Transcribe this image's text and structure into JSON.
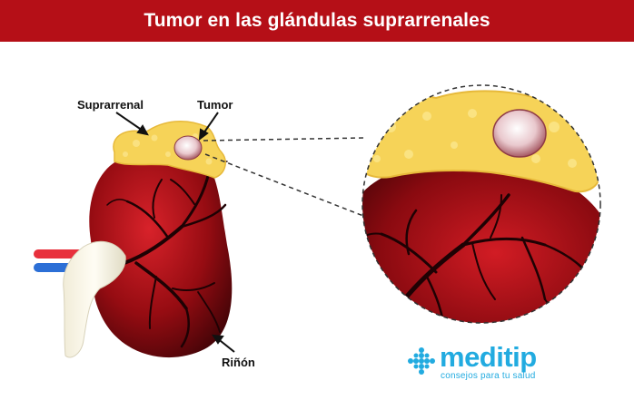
{
  "header": {
    "title": "Tumor en las glándulas suprarrenales",
    "background_color": "#b50f17"
  },
  "labels": {
    "adrenal": "Suprarrenal",
    "tumor": "Tumor",
    "kidney": "Riñón"
  },
  "brand": {
    "name": "meditip",
    "tagline": "consejos para tu salud",
    "color": "#22abe0",
    "icon": "medical-cross-icon"
  },
  "colors": {
    "kidney": "#8c0f10",
    "kidney_dark": "#3a0306",
    "adrenal": "#f6d358",
    "artery": "#e8303c",
    "vein": "#2c6fd6"
  }
}
